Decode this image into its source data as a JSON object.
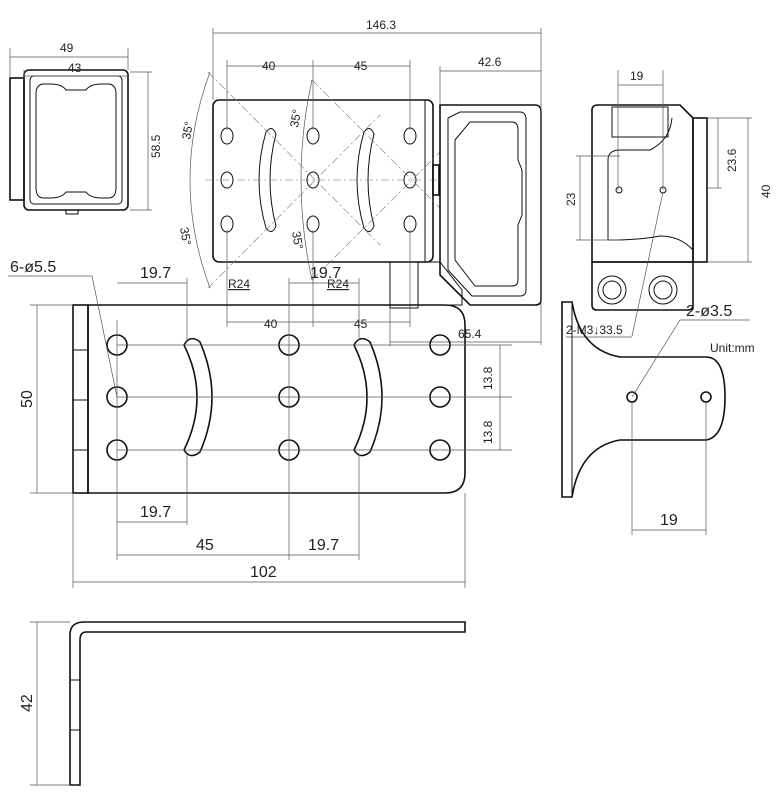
{
  "top_views": {
    "front": {
      "width_outer": "49",
      "width_inner": "43",
      "height": "58.5"
    },
    "side": {
      "length_total": "146.3",
      "hole_spacing_top_1": "40",
      "hole_spacing_top_2": "45",
      "camera_depth": "42.6",
      "angle_1": "35°",
      "angle_2": "35°",
      "angle_3": "35°",
      "angle_4": "35°",
      "radius_1": "R24",
      "radius_2": "R24",
      "hole_spacing_bottom_1": "40",
      "hole_spacing_bottom_2": "45",
      "depth_65": "65.4"
    },
    "rear": {
      "hole_spacing": "19",
      "height_23_6": "23.6",
      "height_40": "40",
      "height_23": "23",
      "thread_note": "2-M3↓33.5",
      "unit": "Unit:mm"
    }
  },
  "bracket_plan": {
    "hole_note": "6-ø5.5",
    "top_spacing_1": "19.7",
    "top_spacing_2": "19.7",
    "height": "50",
    "row_spacing_1": "13.8",
    "row_spacing_2": "13.8",
    "bottom_spacing_1": "19.7",
    "span_45": "45",
    "bottom_spacing_2": "19.7",
    "length": "102"
  },
  "bracket_side": {
    "hole_note": "2-ø3.5",
    "hole_spacing": "19"
  },
  "bracket_profile": {
    "height": "42"
  }
}
